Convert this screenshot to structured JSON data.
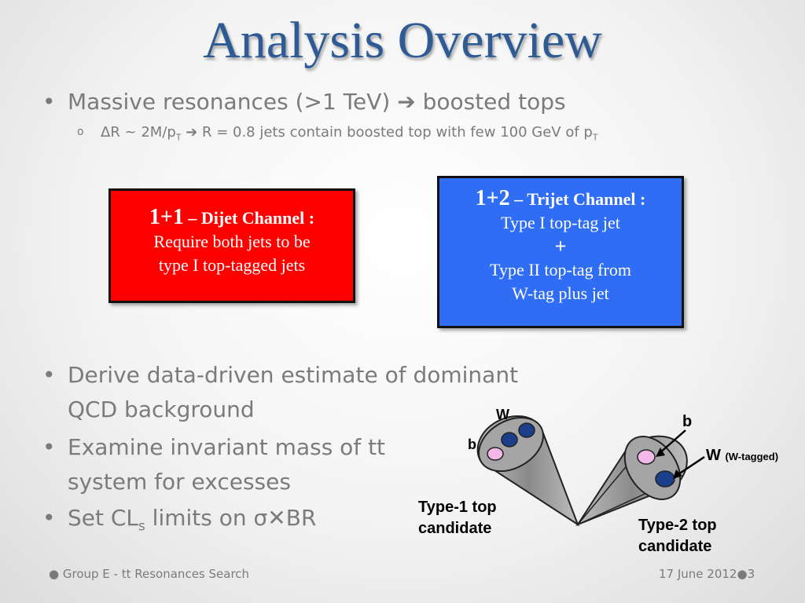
{
  "slide": {
    "title": "Analysis Overview",
    "bullet1": {
      "text": "Massive resonances (>1 TeV) ➔ boosted tops",
      "sub": {
        "a": "ΔR ~ 2M/p",
        "a_sub": "T",
        "b": " ➔ R = 0.8 jets contain boosted top with few 100 GeV of p",
        "b_sub": "T"
      }
    },
    "boxes": {
      "dijet": {
        "head_num": "1+1",
        "head_text": " – Dijet Channel :",
        "line1": "Require both jets to be",
        "line2": "type I top-tagged jets"
      },
      "trijet": {
        "head_num": "1+2",
        "head_text": " – Trijet Channel :",
        "line1": "Type I top-tag jet",
        "plus": "+",
        "line2": "Type II top-tag from",
        "line3": "W-tag plus jet"
      }
    },
    "bullets2": [
      {
        "l1": "Derive data-driven estimate of dominant",
        "l2": "QCD background"
      },
      {
        "l1": "Examine invariant mass of tt",
        "l2": "system for excesses"
      },
      {
        "l1_pre": "Set CL",
        "l1_sub": "s",
        "l1_post": " limits on σ✕BR"
      }
    ],
    "diagram": {
      "w_left": "W",
      "b_left": "b",
      "type1_l1": "Type-1 top",
      "type1_l2": "candidate",
      "b_right": "b",
      "w_right": "W",
      "w_tagged": "(W-tagged)",
      "type2_l1": "Type-2 top",
      "type2_l2": "candidate"
    },
    "footer": {
      "left": "Group E - tt Resonances Search",
      "date": "17 June 2012",
      "page": "3"
    }
  },
  "colors": {
    "title": "#2f5b95",
    "text_gray": "#7b7b7b",
    "red_box": "#ff0000",
    "blue_box": "#2f6df5",
    "cone_gray": "#9a9a9a",
    "subjet_pink": "#f4b8e8",
    "subjet_blue": "#1c3f8c"
  }
}
